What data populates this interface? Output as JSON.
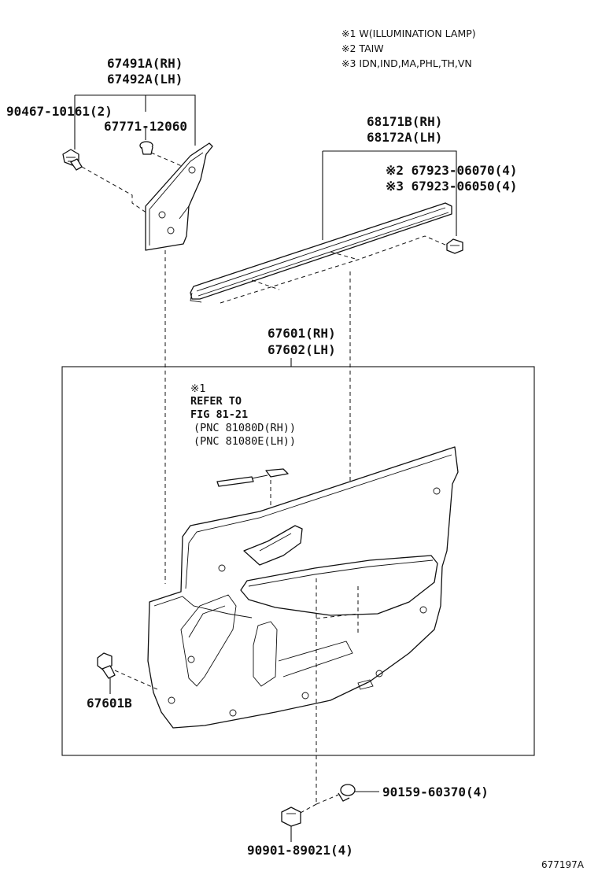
{
  "notes": [
    "※1 W(ILLUMINATION LAMP)",
    "※2 TAIW",
    "※3 IDN,IND,MA,PHL,TH,VN"
  ],
  "labels": {
    "garnish_rh": "67491A(RH)",
    "garnish_lh": "67492A(LH)",
    "screw": "90467-10161(2)",
    "clip_a": "67771-12060",
    "weatherstrip_rh": "68171B(RH)",
    "weatherstrip_lh": "68172A(LH)",
    "clip_b_taiw": "※2 67923-06070(4)",
    "clip_b_other": "※3 67923-06050(4)",
    "panel_rh": "67601(RH)",
    "panel_lh": "67602(LH)",
    "refer_mark": "※1",
    "refer_to": "REFER TO",
    "fig": "FIG 81-21",
    "pnc_rh": "(PNC 81080D(RH))",
    "pnc_lh": "(PNC 81080E(LH))",
    "clip_c": "67601B",
    "screw_b": "90159-60370(4)",
    "cap": "90901-89021(4)"
  },
  "figure_number": "677197A"
}
